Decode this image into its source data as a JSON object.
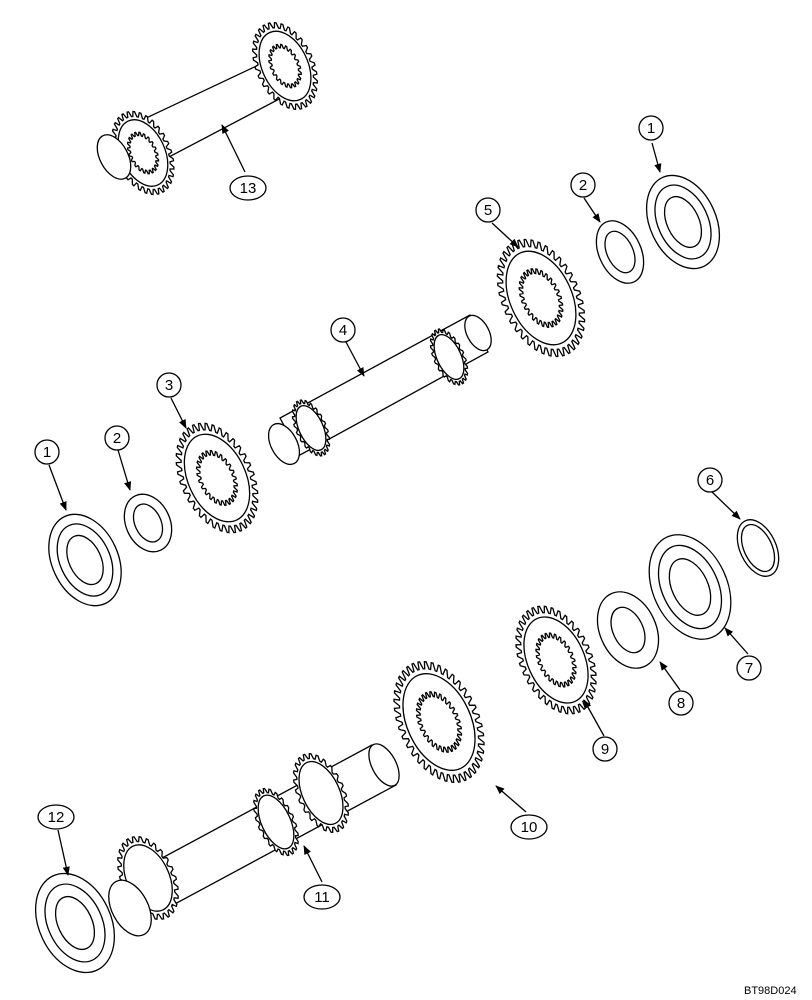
{
  "callouts": {
    "c1a": "1",
    "c1b": "1",
    "c2a": "2",
    "c2b": "2",
    "c3": "3",
    "c4": "4",
    "c5": "5",
    "c6": "6",
    "c7": "7",
    "c8": "8",
    "c9": "9",
    "c10": "10",
    "c11": "11",
    "c12": "12",
    "c13": "13"
  },
  "drawing_code": "BT98D024"
}
